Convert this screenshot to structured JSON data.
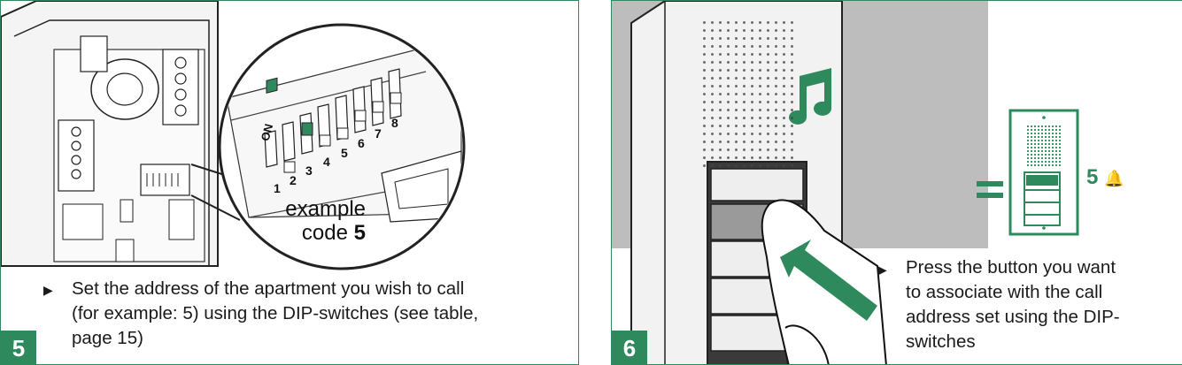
{
  "step5": {
    "number": "5",
    "on_label": "ON",
    "switch_numbers": [
      "1",
      "2",
      "3",
      "4",
      "5",
      "6",
      "7",
      "8"
    ],
    "callout_line1": "example",
    "callout_line2": "code",
    "callout_code": "5",
    "instruction_line1": "Set the address of the apartment you wish to call",
    "instruction_line2": "(for example: 5) using the DIP-switches (see table,",
    "instruction_line3": "page 15)"
  },
  "step6": {
    "number": "6",
    "equals_sign": "=",
    "result_code": "5",
    "bell_icon": "bell-icon",
    "instruction_line1": "Press the button you want",
    "instruction_line2": "to associate with the call",
    "instruction_line3": "address set using the DIP-",
    "instruction_line4": "switches"
  },
  "colors": {
    "accent": "#2e8a5c",
    "text": "#1a1a1a"
  }
}
